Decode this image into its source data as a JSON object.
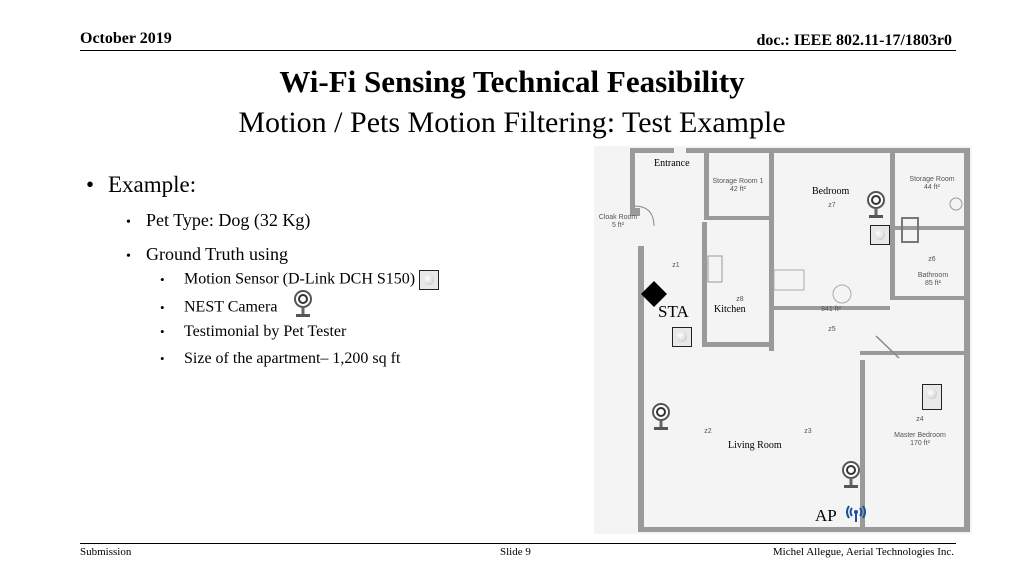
{
  "header": {
    "date": "October 2019",
    "doc": "doc.: IEEE 802.11-17/1803r0"
  },
  "title": "Wi-Fi Sensing Technical Feasibility",
  "subtitle": "Motion / Pets Motion Filtering: Test Example",
  "bullets": {
    "example": "Example:",
    "pet_type": "Pet Type: Dog (32 Kg)",
    "ground_truth": "Ground Truth using",
    "motion_sensor": "Motion Sensor (D-Link DCH S150)",
    "nest_camera": "NEST Camera",
    "testimonial": "Testimonial by Pet Tester",
    "size": "Size of the apartment– 1,200 sq ft"
  },
  "floorplan": {
    "labels": {
      "entrance": "Entrance",
      "bedroom": "Bedroom",
      "kitchen": "Kitchen",
      "living_room": "Living Room",
      "sta": "STA",
      "ap": "AP"
    },
    "rooms": {
      "storage1": "Storage Room 1",
      "storage1_area": "42 ft²",
      "storage2": "Storage Room",
      "storage2_area": "44 ft²",
      "z7": "z7",
      "cloak": "Cloak Room",
      "cloak_area": "5 ft²",
      "z1": "z1",
      "z6": "z6",
      "bathroom": "Bathroom",
      "bathroom_area": "85 ft²",
      "z8": "z8",
      "z8_area": "841 ft²",
      "z5": "z5",
      "z2": "z2",
      "z3": "z3",
      "z4": "z4",
      "master": "Master Bedroom",
      "master_area": "170 ft²"
    },
    "icons": [
      "motion-sensor-icon",
      "nest-camera-icon",
      "sta-marker-icon",
      "ap-wifi-icon"
    ]
  },
  "footer": {
    "left": "Submission",
    "center": "Slide 9",
    "right": "Michel Allegue, Aerial Technologies Inc."
  },
  "colors": {
    "text": "#000000",
    "wall": "#9a9a9a",
    "floor": "#f4f4f4",
    "ap_blue": "#1f4e9e"
  }
}
